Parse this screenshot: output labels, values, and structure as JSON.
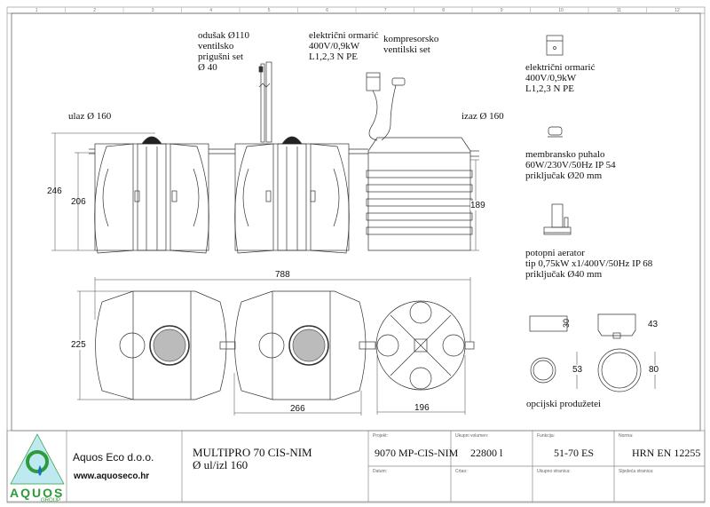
{
  "frame": {
    "columns": [
      "1",
      "2",
      "3",
      "4",
      "5",
      "6",
      "7",
      "8",
      "9",
      "10",
      "11",
      "12"
    ]
  },
  "side_view": {
    "inlet": "ulaz Ø 160",
    "outlet": "izaz Ø 160",
    "vent_label": [
      "odušak Ø110",
      "ventilsko",
      "prigušni set",
      "Ø 40"
    ],
    "cabinet_label": [
      "električni ormarić",
      "400V/0,9kW",
      "L1,2,3 N PE"
    ],
    "compressor_label": [
      "kompresorsko",
      "ventilski set"
    ],
    "dims": {
      "total_height": "246",
      "inlet_height": "206",
      "outlet_height": "189"
    }
  },
  "plan_view": {
    "dims": {
      "total_length": "788",
      "width": "225",
      "tank_length": "266",
      "diameter": "196"
    }
  },
  "legend": {
    "cabinet": [
      "električni ormarić",
      "400V/0,9kW",
      "L1,2,3 N PE"
    ],
    "blower": [
      "membransko puhalo",
      "60W/230V/50Hz  IP 54",
      "priključak Ø20 mm"
    ],
    "aerator": [
      "potopni aerator",
      "tip 0,75kW x1/400V/50Hz IP 68",
      "priključak Ø40 mm"
    ]
  },
  "extensions": {
    "title": "opcijski produžetei",
    "dims": [
      "30",
      "43",
      "53",
      "80"
    ]
  },
  "title_block": {
    "company": "Aquos Eco d.o.o.",
    "website": "www.aquoseco.hr",
    "logo_text": "AQUOS GROUP",
    "product": "MULTIPRO 70 CIS-NIM",
    "subtitle": "Ø ul/izl 160",
    "fields": [
      {
        "label": "Projekt:",
        "value": "9070 MP-CIS-NIM"
      },
      {
        "label": "Ukupni volumen:",
        "value": "22800 l"
      },
      {
        "label": "Funkcija:",
        "value": "51-70 ES"
      },
      {
        "label": "Norma:",
        "value": "HRN EN 12255"
      },
      {
        "label": "Datum:",
        "value": ""
      },
      {
        "label": "Crtao:",
        "value": ""
      },
      {
        "label": "Ukupno stranica:",
        "value": ""
      },
      {
        "label": "Sljedeća stranica:",
        "value": ""
      }
    ]
  },
  "colors": {
    "line": "#333333",
    "logo_triangle": "#bfe9f0",
    "logo_green": "#2e9a3a",
    "logo_blue": "#1a6fc0"
  }
}
